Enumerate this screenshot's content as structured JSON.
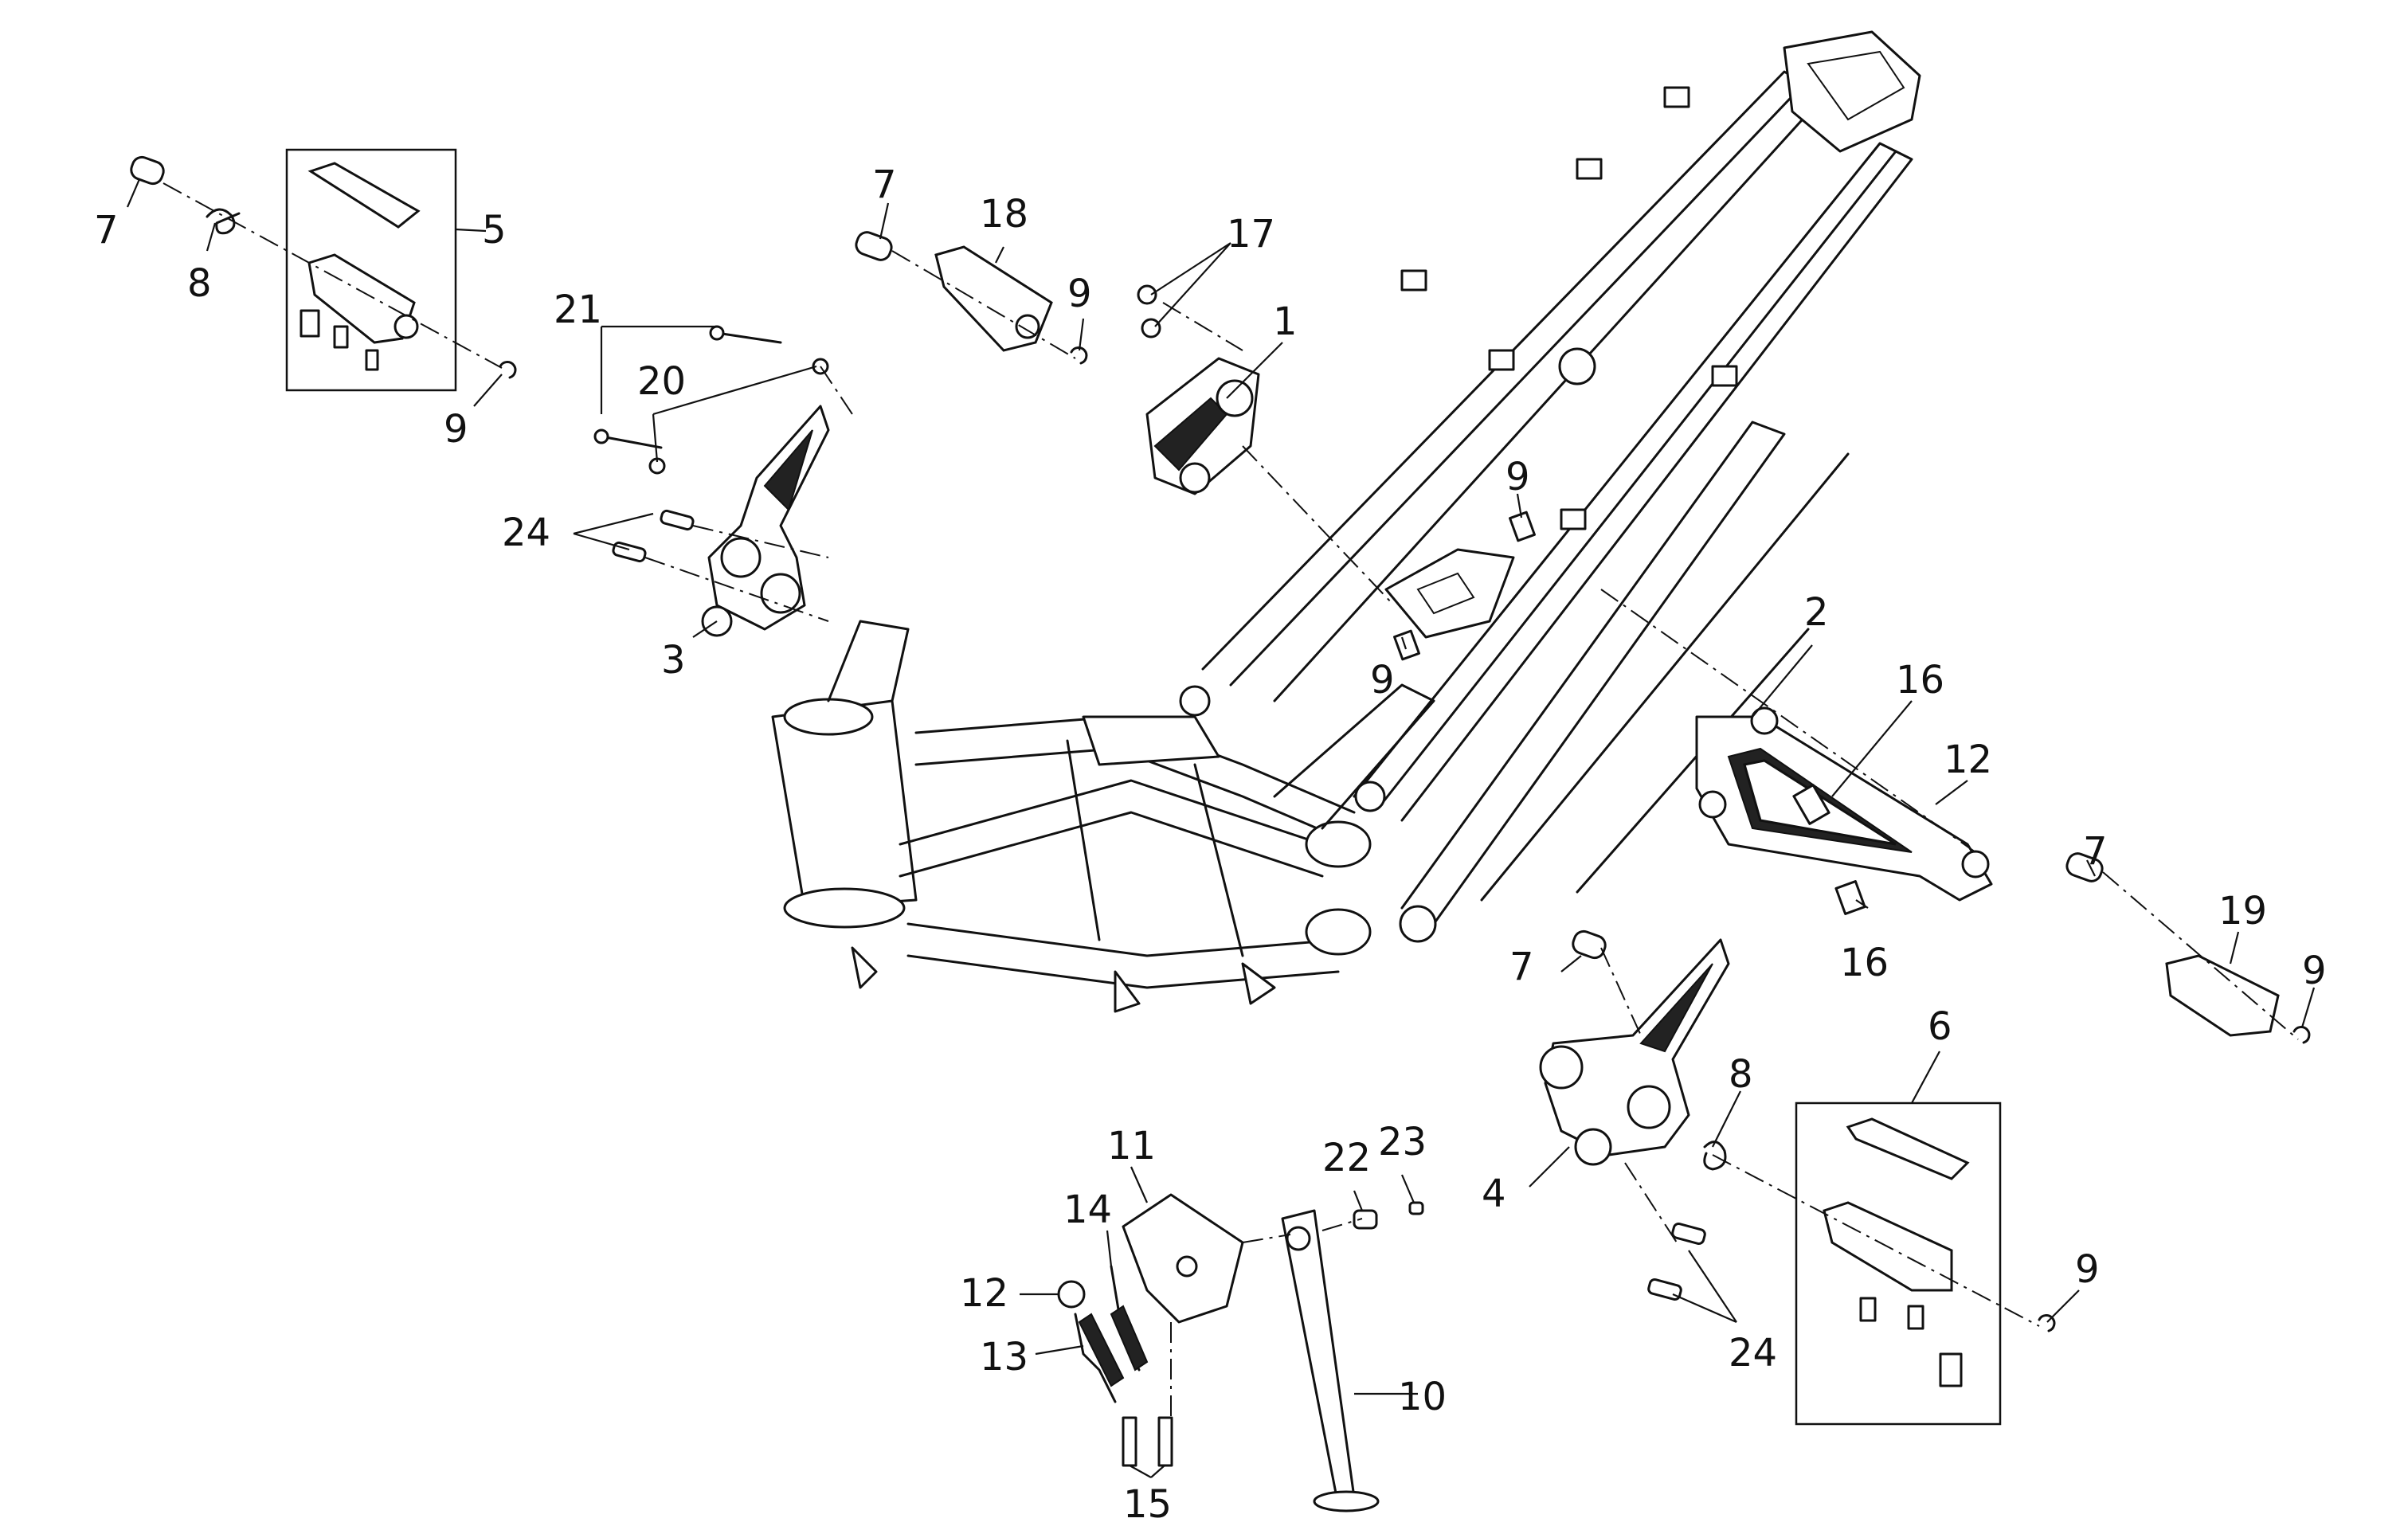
{
  "diagram": {
    "callouts": [
      {
        "id": "c7a",
        "text": "7"
      },
      {
        "id": "c8a",
        "text": "8"
      },
      {
        "id": "c5",
        "text": "5"
      },
      {
        "id": "c9a",
        "text": "9"
      },
      {
        "id": "c21",
        "text": "21"
      },
      {
        "id": "c20",
        "text": "20"
      },
      {
        "id": "c24a",
        "text": "24"
      },
      {
        "id": "c3",
        "text": "3"
      },
      {
        "id": "c7b",
        "text": "7"
      },
      {
        "id": "c18",
        "text": "18"
      },
      {
        "id": "c9b",
        "text": "9"
      },
      {
        "id": "c17",
        "text": "17"
      },
      {
        "id": "c1",
        "text": "1"
      },
      {
        "id": "c9c",
        "text": "9"
      },
      {
        "id": "c9d",
        "text": "9"
      },
      {
        "id": "c2",
        "text": "2"
      },
      {
        "id": "c16a",
        "text": "16"
      },
      {
        "id": "c12a",
        "text": "12"
      },
      {
        "id": "c16b",
        "text": "16"
      },
      {
        "id": "c7c",
        "text": "7"
      },
      {
        "id": "c19",
        "text": "19"
      },
      {
        "id": "c9e",
        "text": "9"
      },
      {
        "id": "c6",
        "text": "6"
      },
      {
        "id": "c7d",
        "text": "7"
      },
      {
        "id": "c8b",
        "text": "8"
      },
      {
        "id": "c4",
        "text": "4"
      },
      {
        "id": "c9f",
        "text": "9"
      },
      {
        "id": "c24b",
        "text": "24"
      },
      {
        "id": "c11",
        "text": "11"
      },
      {
        "id": "c14",
        "text": "14"
      },
      {
        "id": "c22",
        "text": "22"
      },
      {
        "id": "c23",
        "text": "23"
      },
      {
        "id": "c12b",
        "text": "12"
      },
      {
        "id": "c13",
        "text": "13"
      },
      {
        "id": "c10",
        "text": "10"
      },
      {
        "id": "c15",
        "text": "15"
      }
    ]
  }
}
